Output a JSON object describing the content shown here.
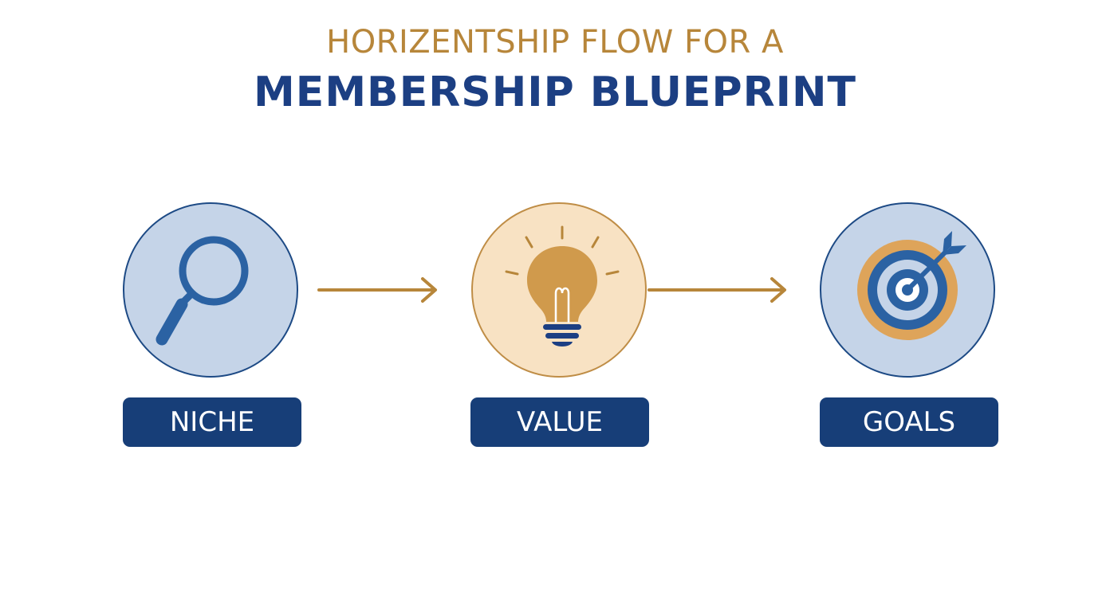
{
  "title": {
    "line1": "HORIZENTSHIP FLOW FOR A",
    "line2": "MEMBERSHIP BLUEPRINT"
  },
  "colors": {
    "navy": "#173e78",
    "gold": "#b7863a",
    "light_blue": "#c5d4e8",
    "light_peach": "#f8e2c3"
  },
  "steps": [
    {
      "label": "NICHE",
      "icon": "magnifying-glass-icon"
    },
    {
      "label": "VALUE",
      "icon": "lightbulb-icon"
    },
    {
      "label": "GOALS",
      "icon": "target-icon"
    }
  ]
}
